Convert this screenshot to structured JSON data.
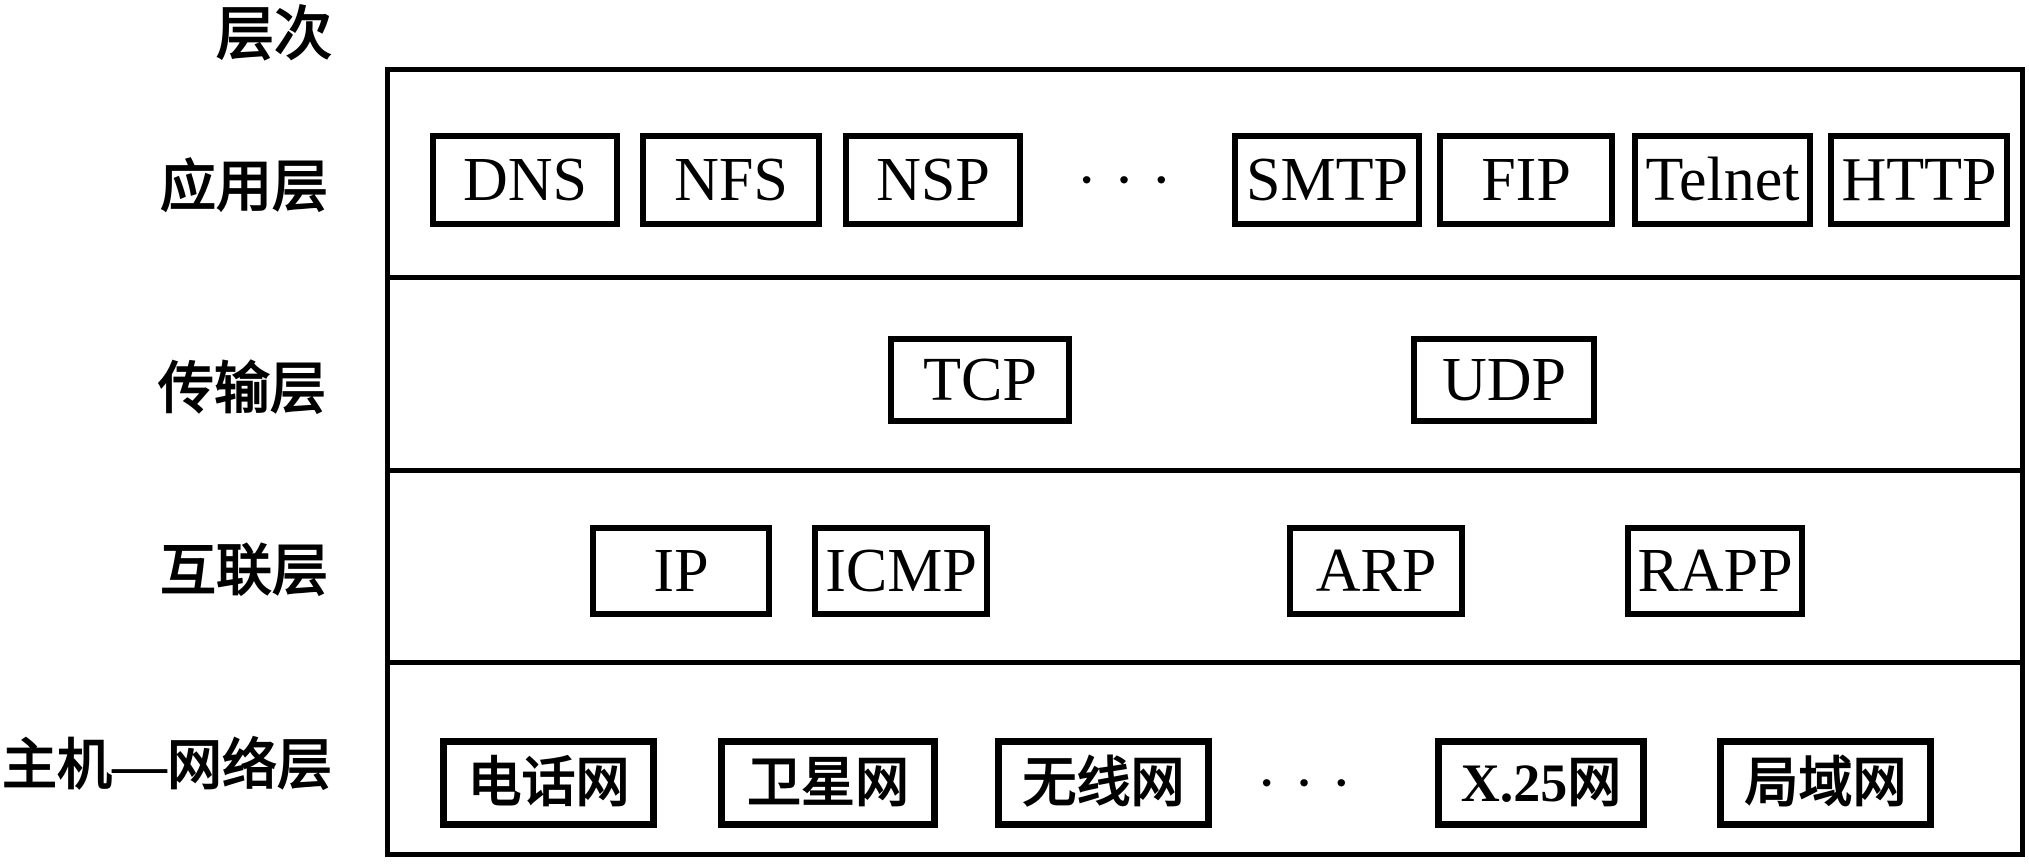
{
  "header_label": "层次",
  "colors": {
    "ink": "#000000",
    "background": "#ffffff"
  },
  "ellipsis": "···",
  "layers": [
    {
      "name": "应用层",
      "boxes": [
        "DNS",
        "NFS",
        "NSP",
        "SMTP",
        "FIP",
        "Telnet",
        "HTTP"
      ]
    },
    {
      "name": "传输层",
      "boxes": [
        "TCP",
        "UDP"
      ]
    },
    {
      "name": "互联层",
      "boxes": [
        "IP",
        "ICMP",
        "ARP",
        "RAPP"
      ]
    },
    {
      "name": "主机—网络层",
      "boxes": [
        "电话网",
        "卫星网",
        "无线网",
        "X.25网",
        "局域网"
      ]
    }
  ]
}
